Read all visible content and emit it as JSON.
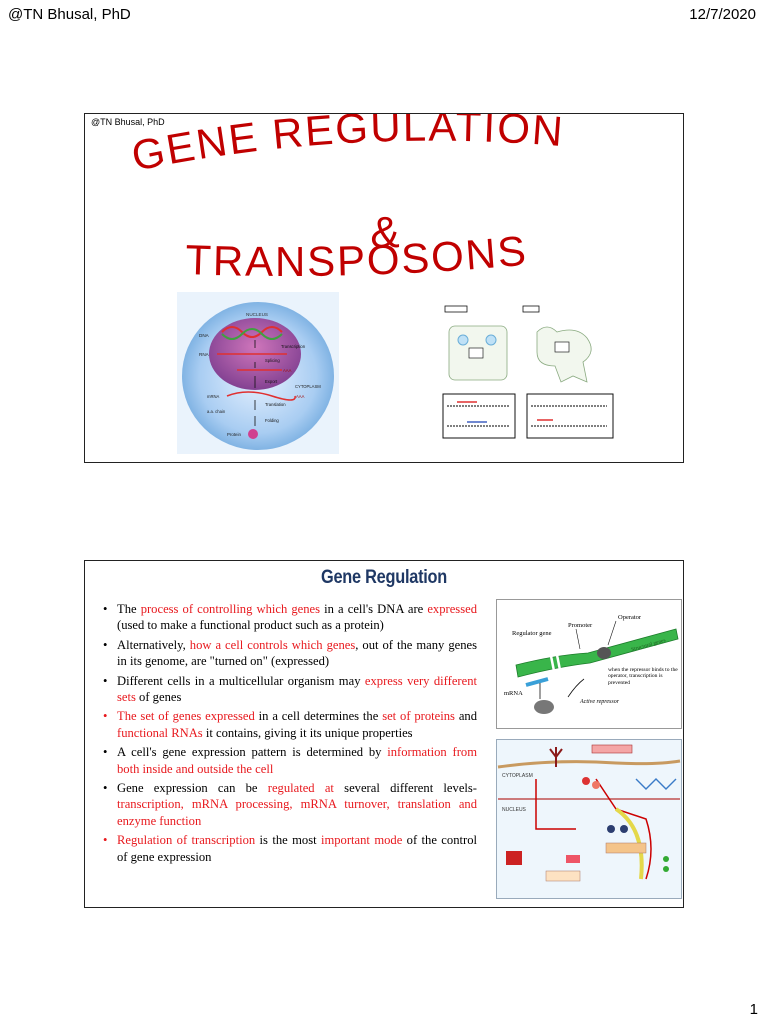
{
  "header": {
    "author": "@TN Bhusal, PhD",
    "date": "12/7/2020"
  },
  "page_number": "1",
  "slide1": {
    "credit": "@TN Bhusal, PhD",
    "title_line1": "GENE REGULATION",
    "title_line2": "&",
    "title_line3": "TRANSPOSONS",
    "cell_figure": {
      "nucleus": "NUCLEUS",
      "dna": "DNA",
      "rna": "RNA",
      "mrna": "mRNA",
      "transcription": "Transcription",
      "splicing": "Splicing",
      "export": "Export",
      "cytoplasm": "CYTOPLASM",
      "translation": "Translation",
      "aa_chain": "a.a. chain",
      "folding": "Folding",
      "protein": "Protein",
      "aaa": "AAA"
    }
  },
  "slide2": {
    "title": "Gene Regulation",
    "bullets": [
      {
        "red": false,
        "parts": [
          {
            "t": "The ",
            "c": "n"
          },
          {
            "t": "process of controlling which genes",
            "c": "r"
          },
          {
            "t": " in a cell's DNA are ",
            "c": "n"
          },
          {
            "t": "expressed",
            "c": "r"
          },
          {
            "t": " (used to make a functional product such as a protein)",
            "c": "n"
          }
        ]
      },
      {
        "red": false,
        "parts": [
          {
            "t": "Alternatively, ",
            "c": "n"
          },
          {
            "t": "how a cell controls which genes",
            "c": "r"
          },
          {
            "t": ", out of the many genes in its genome, are \"turned on\" (expressed)",
            "c": "n"
          }
        ]
      },
      {
        "red": false,
        "parts": [
          {
            "t": "Different cells in a multicellular organism may ",
            "c": "n"
          },
          {
            "t": "express very different sets",
            "c": "r"
          },
          {
            "t": " of genes",
            "c": "n"
          }
        ]
      },
      {
        "red": true,
        "parts": [
          {
            "t": "The set of genes expressed",
            "c": "r"
          },
          {
            "t": " in a cell determines the ",
            "c": "n"
          },
          {
            "t": "set of proteins",
            "c": "r"
          },
          {
            "t": " and ",
            "c": "n"
          },
          {
            "t": "functional RNAs",
            "c": "r"
          },
          {
            "t": " it contains, giving it its unique properties",
            "c": "n"
          }
        ]
      },
      {
        "red": false,
        "parts": [
          {
            "t": "A cell's gene expression pattern is determined by ",
            "c": "n"
          },
          {
            "t": "information from both inside and outside the cell",
            "c": "r"
          }
        ]
      },
      {
        "red": false,
        "parts": [
          {
            "t": "Gene expression can be ",
            "c": "n"
          },
          {
            "t": "regulated at",
            "c": "r"
          },
          {
            "t": " several different levels-",
            "c": "n"
          },
          {
            "t": "transcription, mRNA processing, mRNA turnover, translation and enzyme function",
            "c": "r"
          }
        ]
      },
      {
        "red": true,
        "parts": [
          {
            "t": "Regulation of transcription",
            "c": "r"
          },
          {
            "t": " is the most ",
            "c": "n"
          },
          {
            "t": "important mode",
            "c": "r"
          },
          {
            "t": " of the control of gene expression",
            "c": "n"
          }
        ]
      }
    ],
    "operon_figure": {
      "promoter": "Promoter",
      "operator": "Operator",
      "regulator_gene": "Regulator gene",
      "structural_genes": "Structural genes",
      "mrna": "mRNA",
      "active_repressor": "Active repressor",
      "note": "when the repressor binds to the operator, transcription is prevented"
    },
    "pathway_figure": {
      "cytoplasm": "CYTOPLASM",
      "nucleus": "NUCLEUS"
    }
  }
}
